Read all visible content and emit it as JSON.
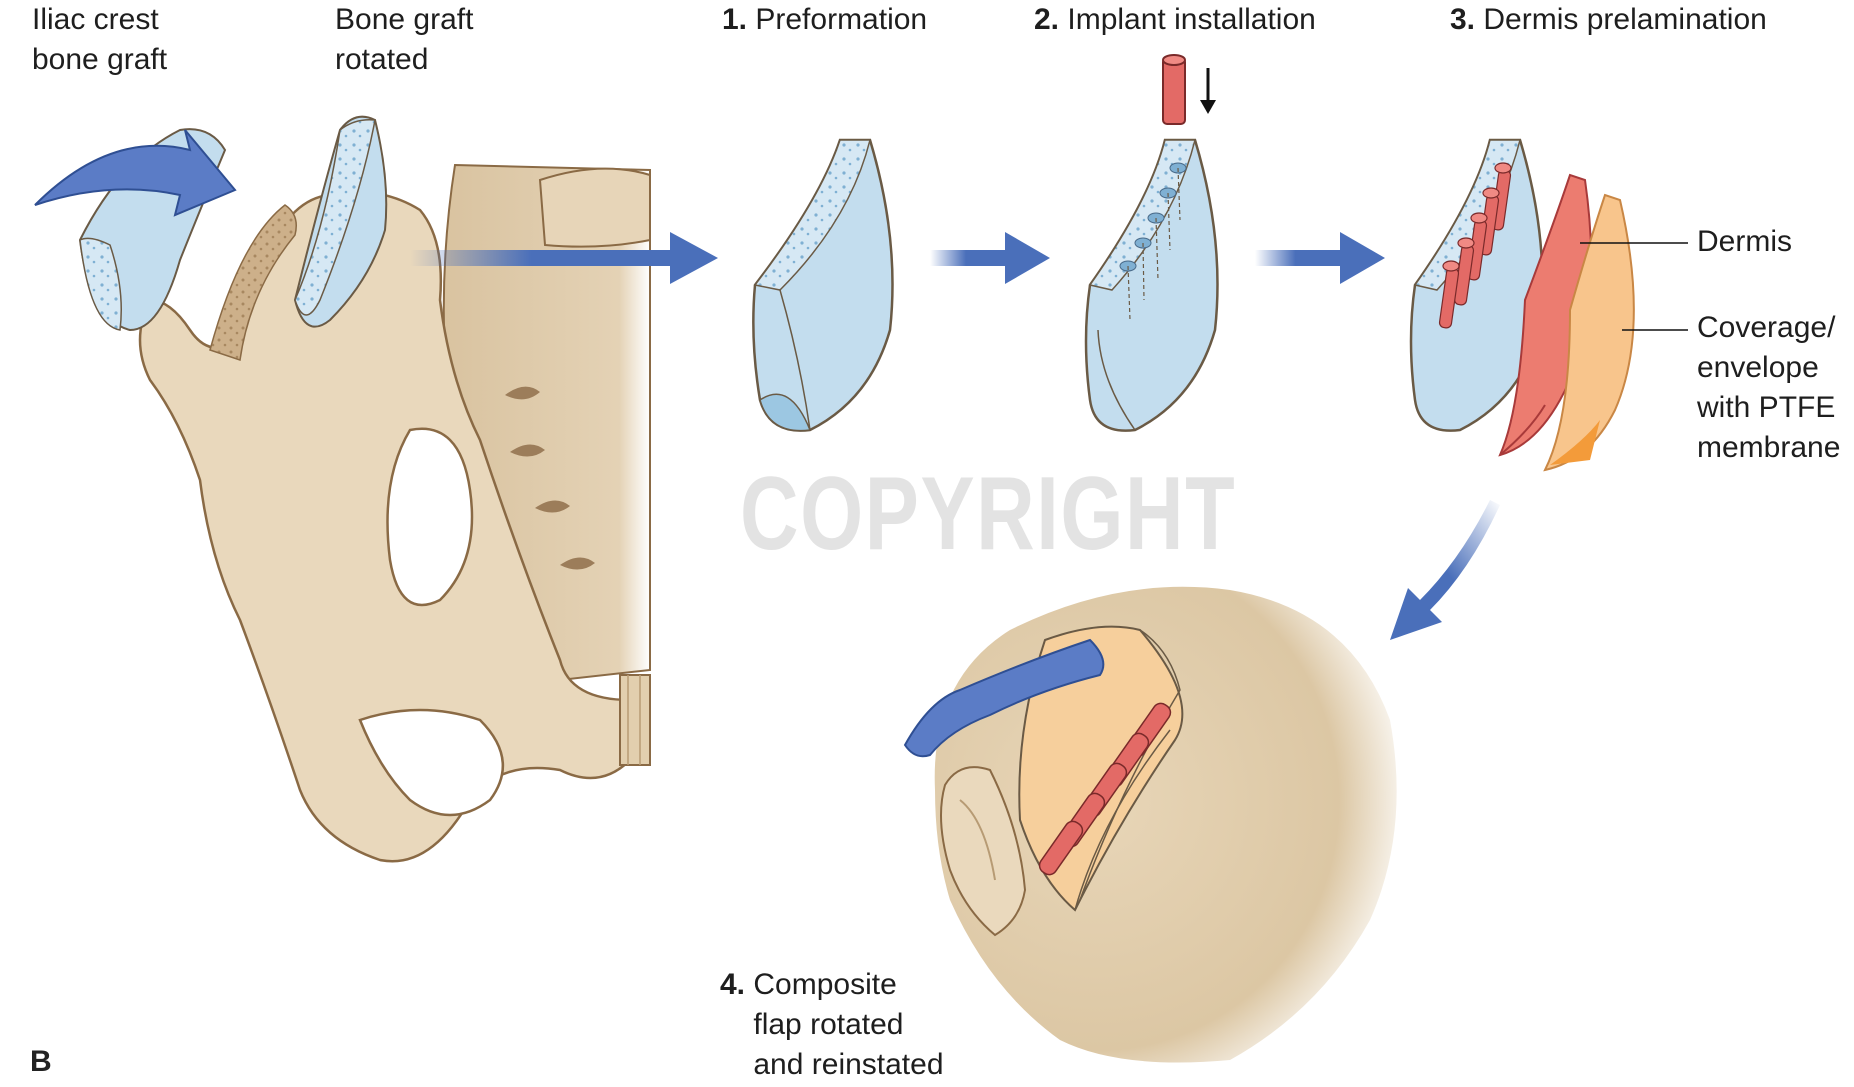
{
  "labels": {
    "iliac_crest": "Iliac crest\nbone graft",
    "bone_graft_rotated": "Bone graft\nrotated",
    "step1_num": "1.",
    "step1_text": "Preformation",
    "step2_num": "2.",
    "step2_text": "Implant installation",
    "step3_num": "3.",
    "step3_text": "Dermis prelamination",
    "dermis": "Dermis",
    "coverage": "Coverage/\nenvelope\nwith PTFE\nmembrane",
    "step4_num": "4.",
    "step4_text": "Composite\nflap rotated\nand reinstated",
    "panel_letter": "B",
    "watermark": "COPYRIGHT"
  },
  "colors": {
    "bone": "#e9d8bc",
    "bone_dark": "#d6bf9a",
    "bone_outline": "#8a6a45",
    "graft": "#c3ddee",
    "graft_dark": "#8fbfdd",
    "arrow": "#4a6fba",
    "implant": "#e36a66",
    "dermis": "#ec7c70",
    "membrane": "#f8c58c",
    "flap_orange": "#f3b171"
  }
}
